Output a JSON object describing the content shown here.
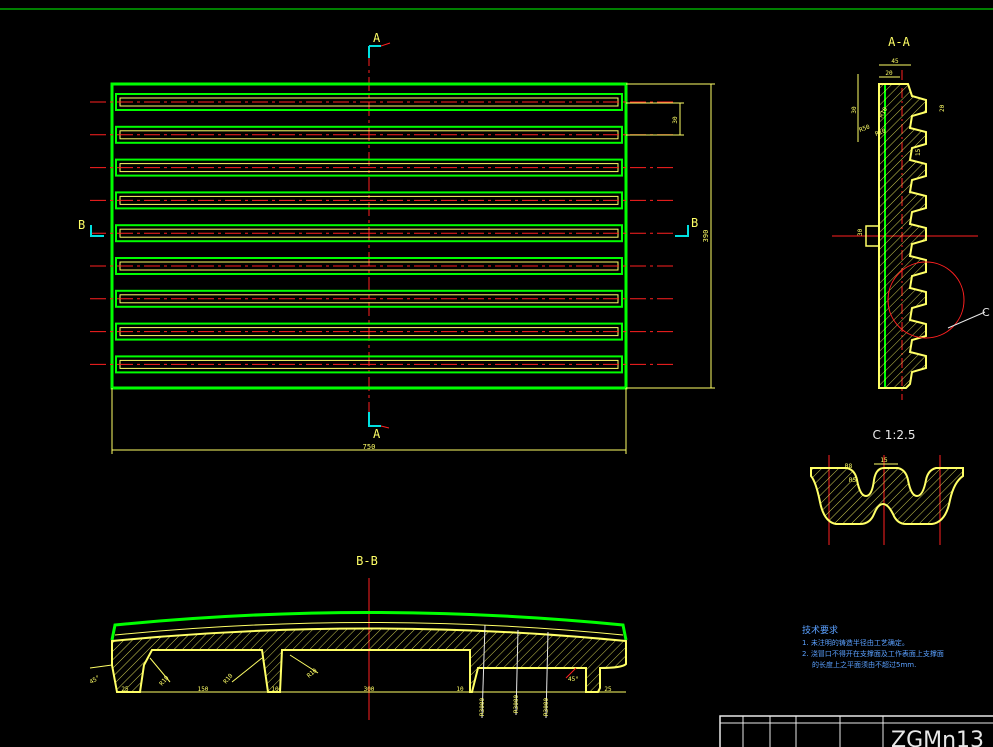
{
  "section_views": {
    "aa_marker": "A",
    "bb_marker": "B",
    "aa_title": "A-A",
    "bb_title": "B-B",
    "detail_title": "C 1:2.5",
    "detail_callout": "C"
  },
  "main_view_dims": {
    "width": "750",
    "height": "390",
    "pitch": "30"
  },
  "aa_dims": {
    "top": "45",
    "top_inner": "20",
    "r_a": "R10",
    "r_b": "R10",
    "r_c": "R50",
    "side": "20",
    "small": "15",
    "left": "30",
    "mid": "30"
  },
  "detail_dims": {
    "top": "15",
    "r1": "R8",
    "r2": "R5"
  },
  "bb_dims": {
    "left_end": "25",
    "right_end": "25",
    "slot1": "150",
    "mid_span": "300",
    "gap_left": "10",
    "gap_right": "10",
    "r1": "R10",
    "r2": "R10",
    "r3": "R10",
    "radius1": "R3000",
    "radius2": "R3000",
    "radius3": "R3000",
    "chamfer": "45°",
    "angle": "45°"
  },
  "notes": {
    "heading": "技术要求",
    "line1": "1. 未注明的铸造半径由工艺确定。",
    "line2": "2. 浇冒口不得开在支撑面及工作表面上支撑面",
    "line3": "的长度上之平面须由不超过5mm."
  },
  "title_block": {
    "material": "ZGMn13"
  },
  "colors": {
    "outline": "#00ff00",
    "dimension": "#ffff66",
    "centerline": "#ff2020",
    "hatch": "#ffff66",
    "notes": "#5aa0ff",
    "cut_marker": "#00e0e0"
  }
}
